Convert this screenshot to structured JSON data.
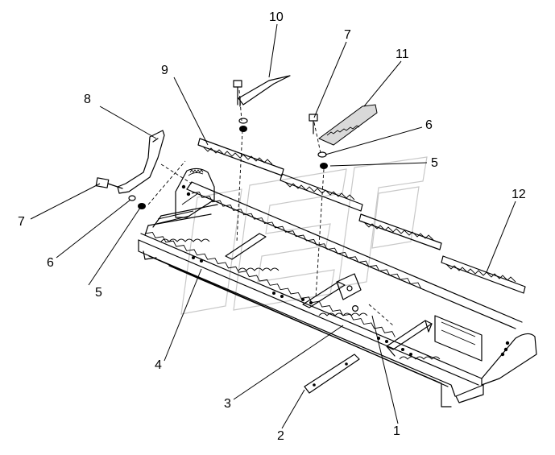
{
  "callouts": [
    {
      "id": "c10",
      "text": "10"
    },
    {
      "id": "c7a",
      "text": "7"
    },
    {
      "id": "c11",
      "text": "11"
    },
    {
      "id": "c9",
      "text": "9"
    },
    {
      "id": "c8",
      "text": "8"
    },
    {
      "id": "c6a",
      "text": "6"
    },
    {
      "id": "c5a",
      "text": "5"
    },
    {
      "id": "c12",
      "text": "12"
    },
    {
      "id": "c7b",
      "text": "7"
    },
    {
      "id": "c6b",
      "text": "6"
    },
    {
      "id": "c5b",
      "text": "5"
    },
    {
      "id": "c4",
      "text": "4"
    },
    {
      "id": "c3",
      "text": "3"
    },
    {
      "id": "c2",
      "text": "2"
    },
    {
      "id": "c1",
      "text": "1"
    }
  ]
}
